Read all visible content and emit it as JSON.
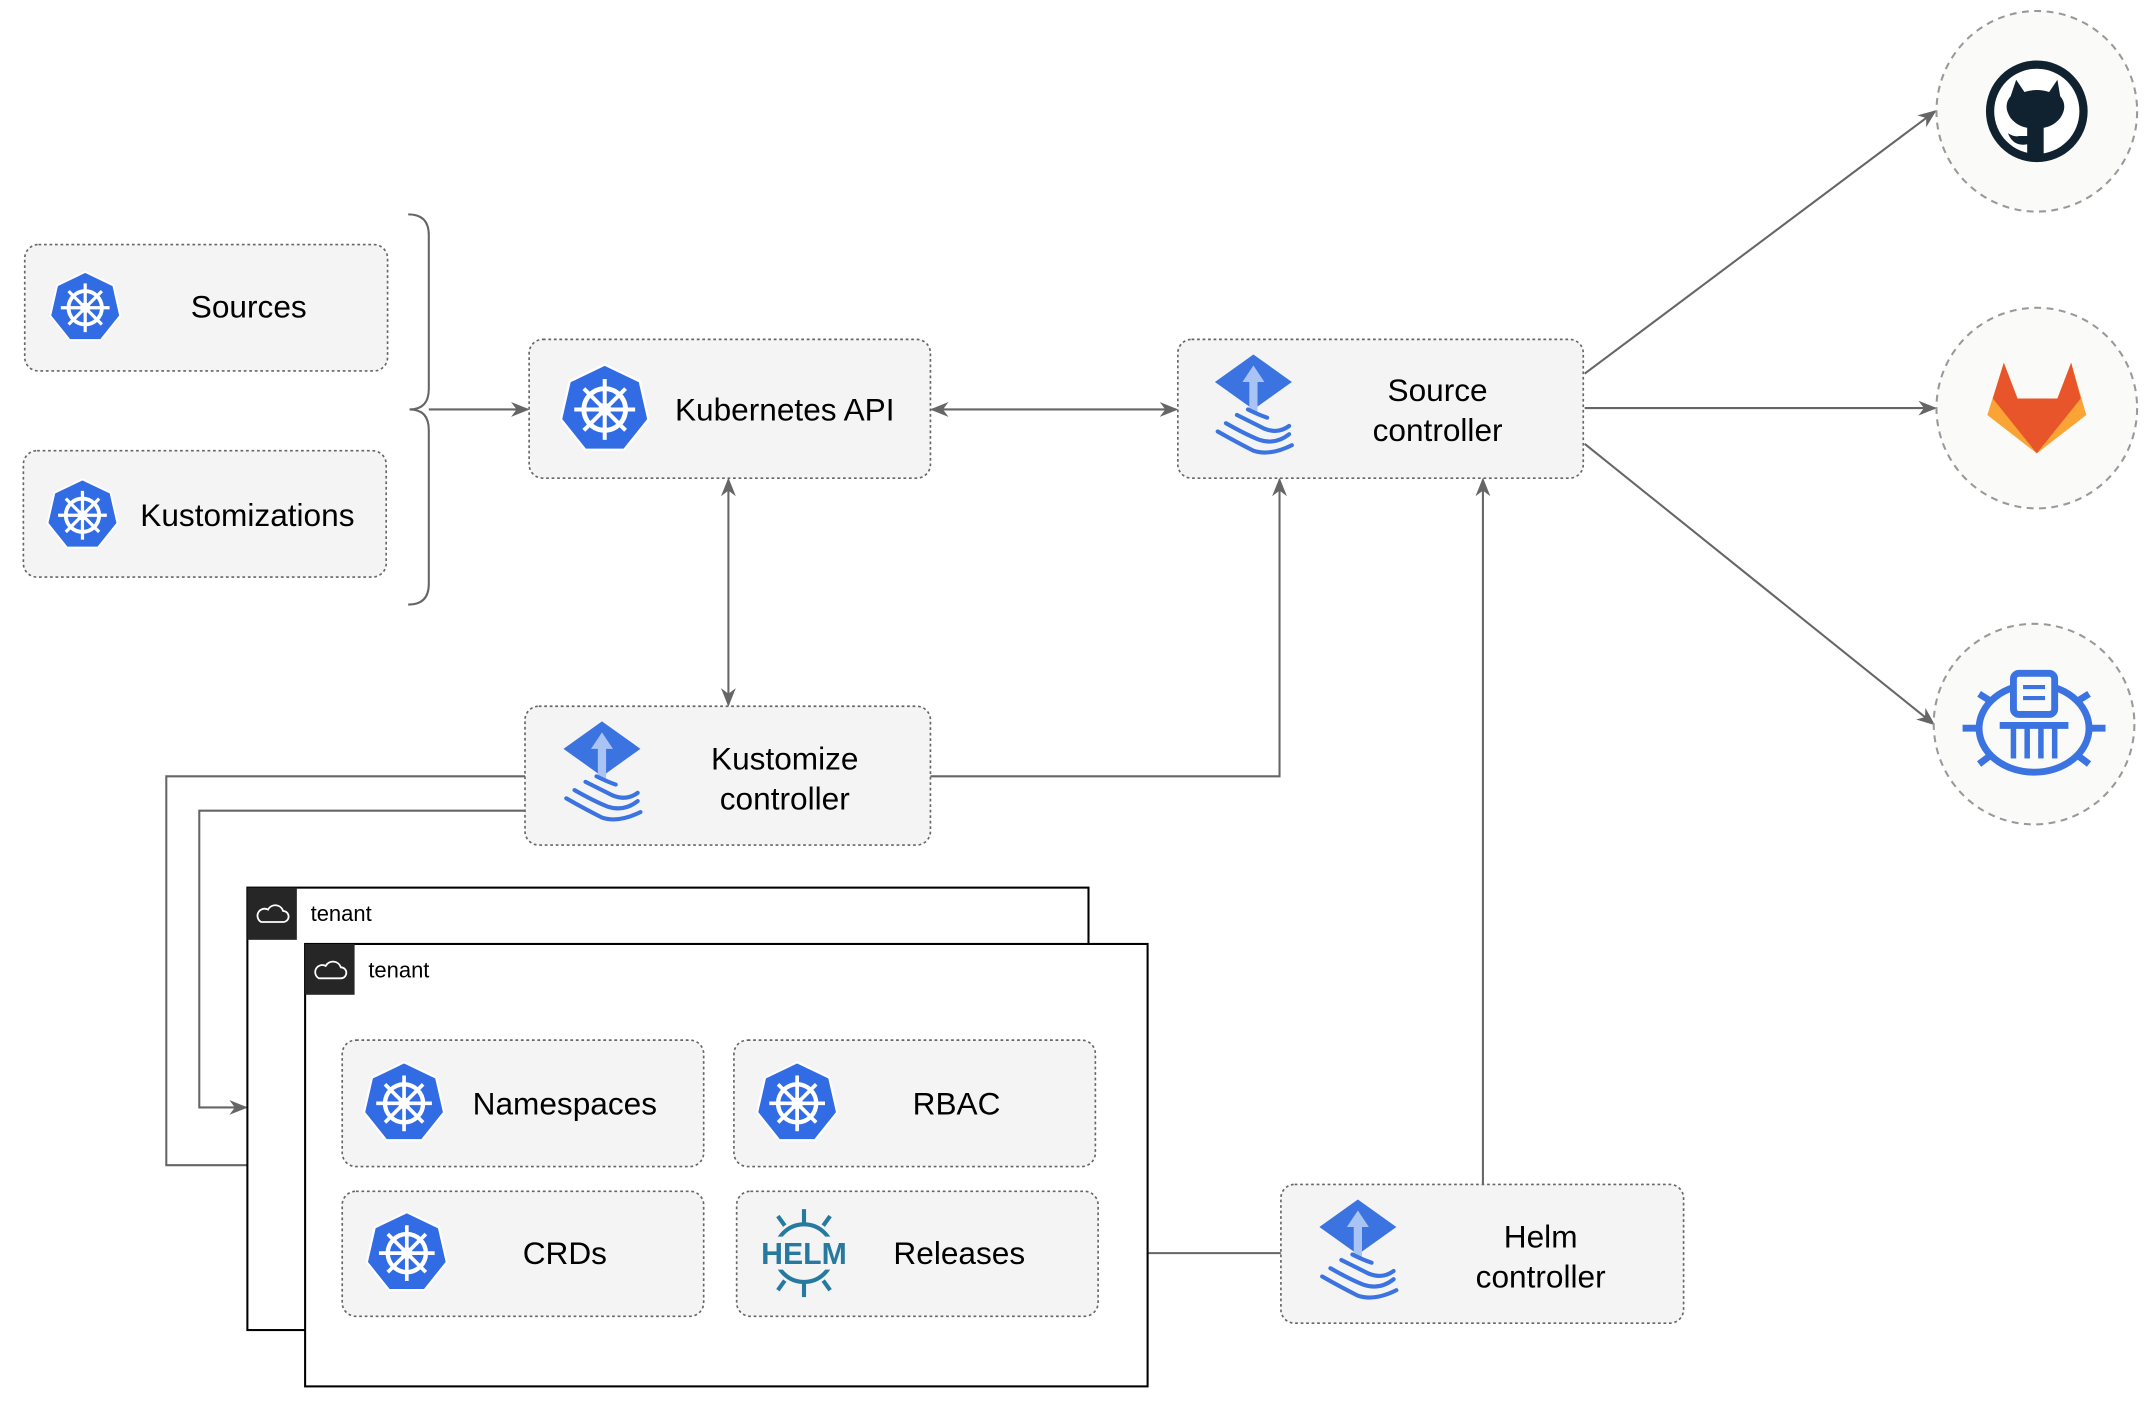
{
  "nodes": {
    "sources": "Sources",
    "kustomizations": "Kustomizations",
    "kubernetes_api": "Kubernetes API",
    "source_controller": [
      "Source",
      "controller"
    ],
    "kustomize_controller": [
      "Kustomize",
      "controller"
    ],
    "helm_controller": [
      "Helm",
      "controller"
    ],
    "namespaces": "Namespaces",
    "rbac": "RBAC",
    "crds": "CRDs",
    "releases": "Releases"
  },
  "tenants": [
    "tenant",
    "tenant"
  ],
  "helm_logo_text": "HELM",
  "external": [
    "github-icon",
    "gitlab-icon",
    "bucket-icon"
  ],
  "colors": {
    "k8s": "#326ce5",
    "github": "#10222f",
    "gitlab_dark": "#e9552a",
    "gitlab_light": "#f9a435",
    "edge": "#666666"
  }
}
